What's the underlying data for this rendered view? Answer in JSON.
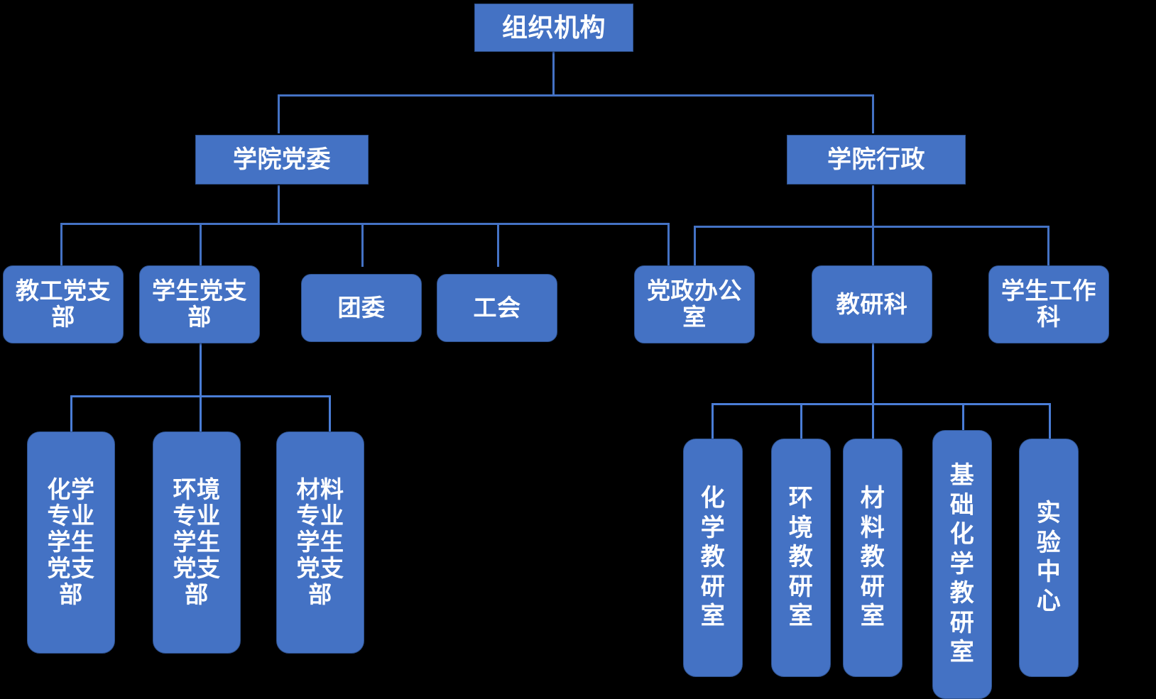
{
  "diagram": {
    "title": "组织机构",
    "type": "org-chart",
    "accent_color": "#4472C4",
    "border_color": "#2E528F",
    "text_color": "#FFFFFF",
    "background_color": "#000000",
    "connector_color": "#4472C4"
  },
  "nodes": {
    "root": {
      "label": "组织机构"
    },
    "level2": {
      "party_committee": {
        "label": "学院党委"
      },
      "administration": {
        "label": "学院行政"
      }
    },
    "level3_party": {
      "faculty_branch": {
        "label": "教工党支部"
      },
      "student_branch": {
        "label": "学生党支部"
      },
      "youth_league": {
        "label": "团委"
      },
      "labor_union": {
        "label": "工会"
      }
    },
    "level3_admin": {
      "party_gov_office": {
        "label": "党政办公室"
      },
      "teaching_research_section": {
        "label": "教研科"
      },
      "student_affairs_section": {
        "label": "学生工作科"
      }
    },
    "level4_student_branches": [
      {
        "label": "化学专业学生党支部"
      },
      {
        "label": "环境专业学生党支部"
      },
      {
        "label": "材料专业学生党支部"
      }
    ],
    "level4_teaching_offices": [
      {
        "label": "化学教研室"
      },
      {
        "label": "环境教研室"
      },
      {
        "label": "材料教研室"
      },
      {
        "label": "基础化学教研室"
      },
      {
        "label": "实验中心"
      }
    ]
  }
}
